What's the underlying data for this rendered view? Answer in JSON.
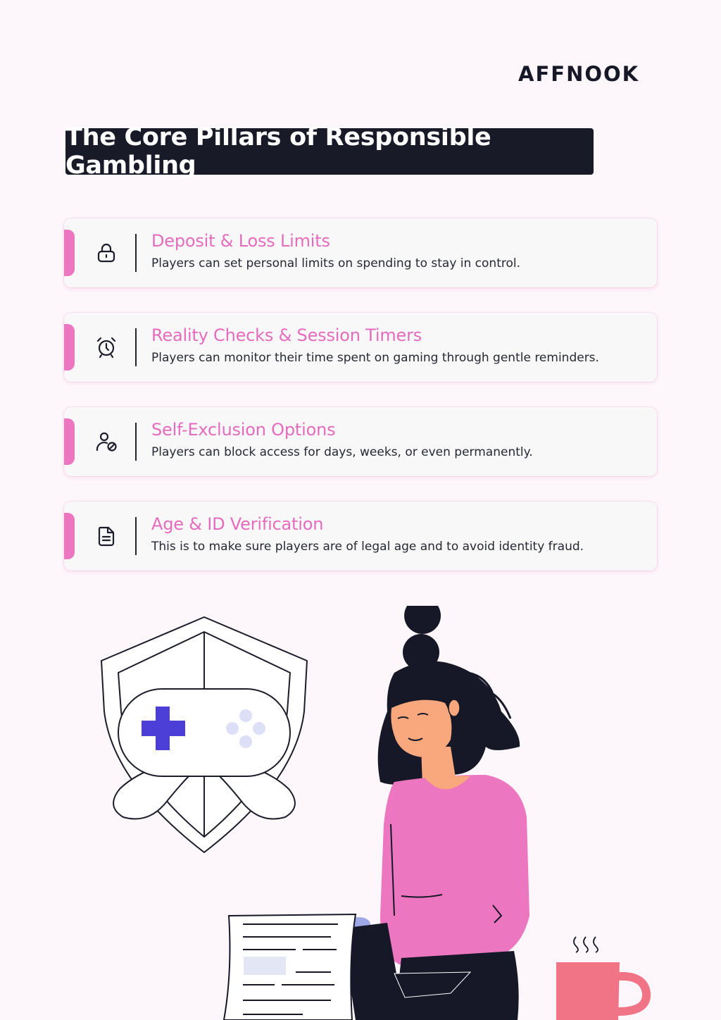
{
  "brand": {
    "logo_text": "AFFNOOK"
  },
  "title": "The Core Pillars of Responsible Gambling",
  "pillars": [
    {
      "icon": "lock-icon",
      "heading": "Deposit & Loss Limits",
      "description": "Players can set personal limits on spending to stay in control."
    },
    {
      "icon": "alarm-clock-icon",
      "heading": "Reality Checks & Session Timers",
      "description": "Players can monitor their time spent on gaming through gentle reminders."
    },
    {
      "icon": "user-block-icon",
      "heading": "Self-Exclusion Options",
      "description": "Players can block access for days, weeks, or even permanently."
    },
    {
      "icon": "document-icon",
      "heading": "Age & ID Verification",
      "description": "This is to make sure players are of legal age and to avoid identity fraud."
    }
  ],
  "colors": {
    "background": "#fdf6fa",
    "accent_pink": "#ec76c0",
    "heading_pink": "#e56bbf",
    "title_bg": "#181a27",
    "dpad_blue": "#4b3fd8",
    "mug": "#f07386"
  }
}
